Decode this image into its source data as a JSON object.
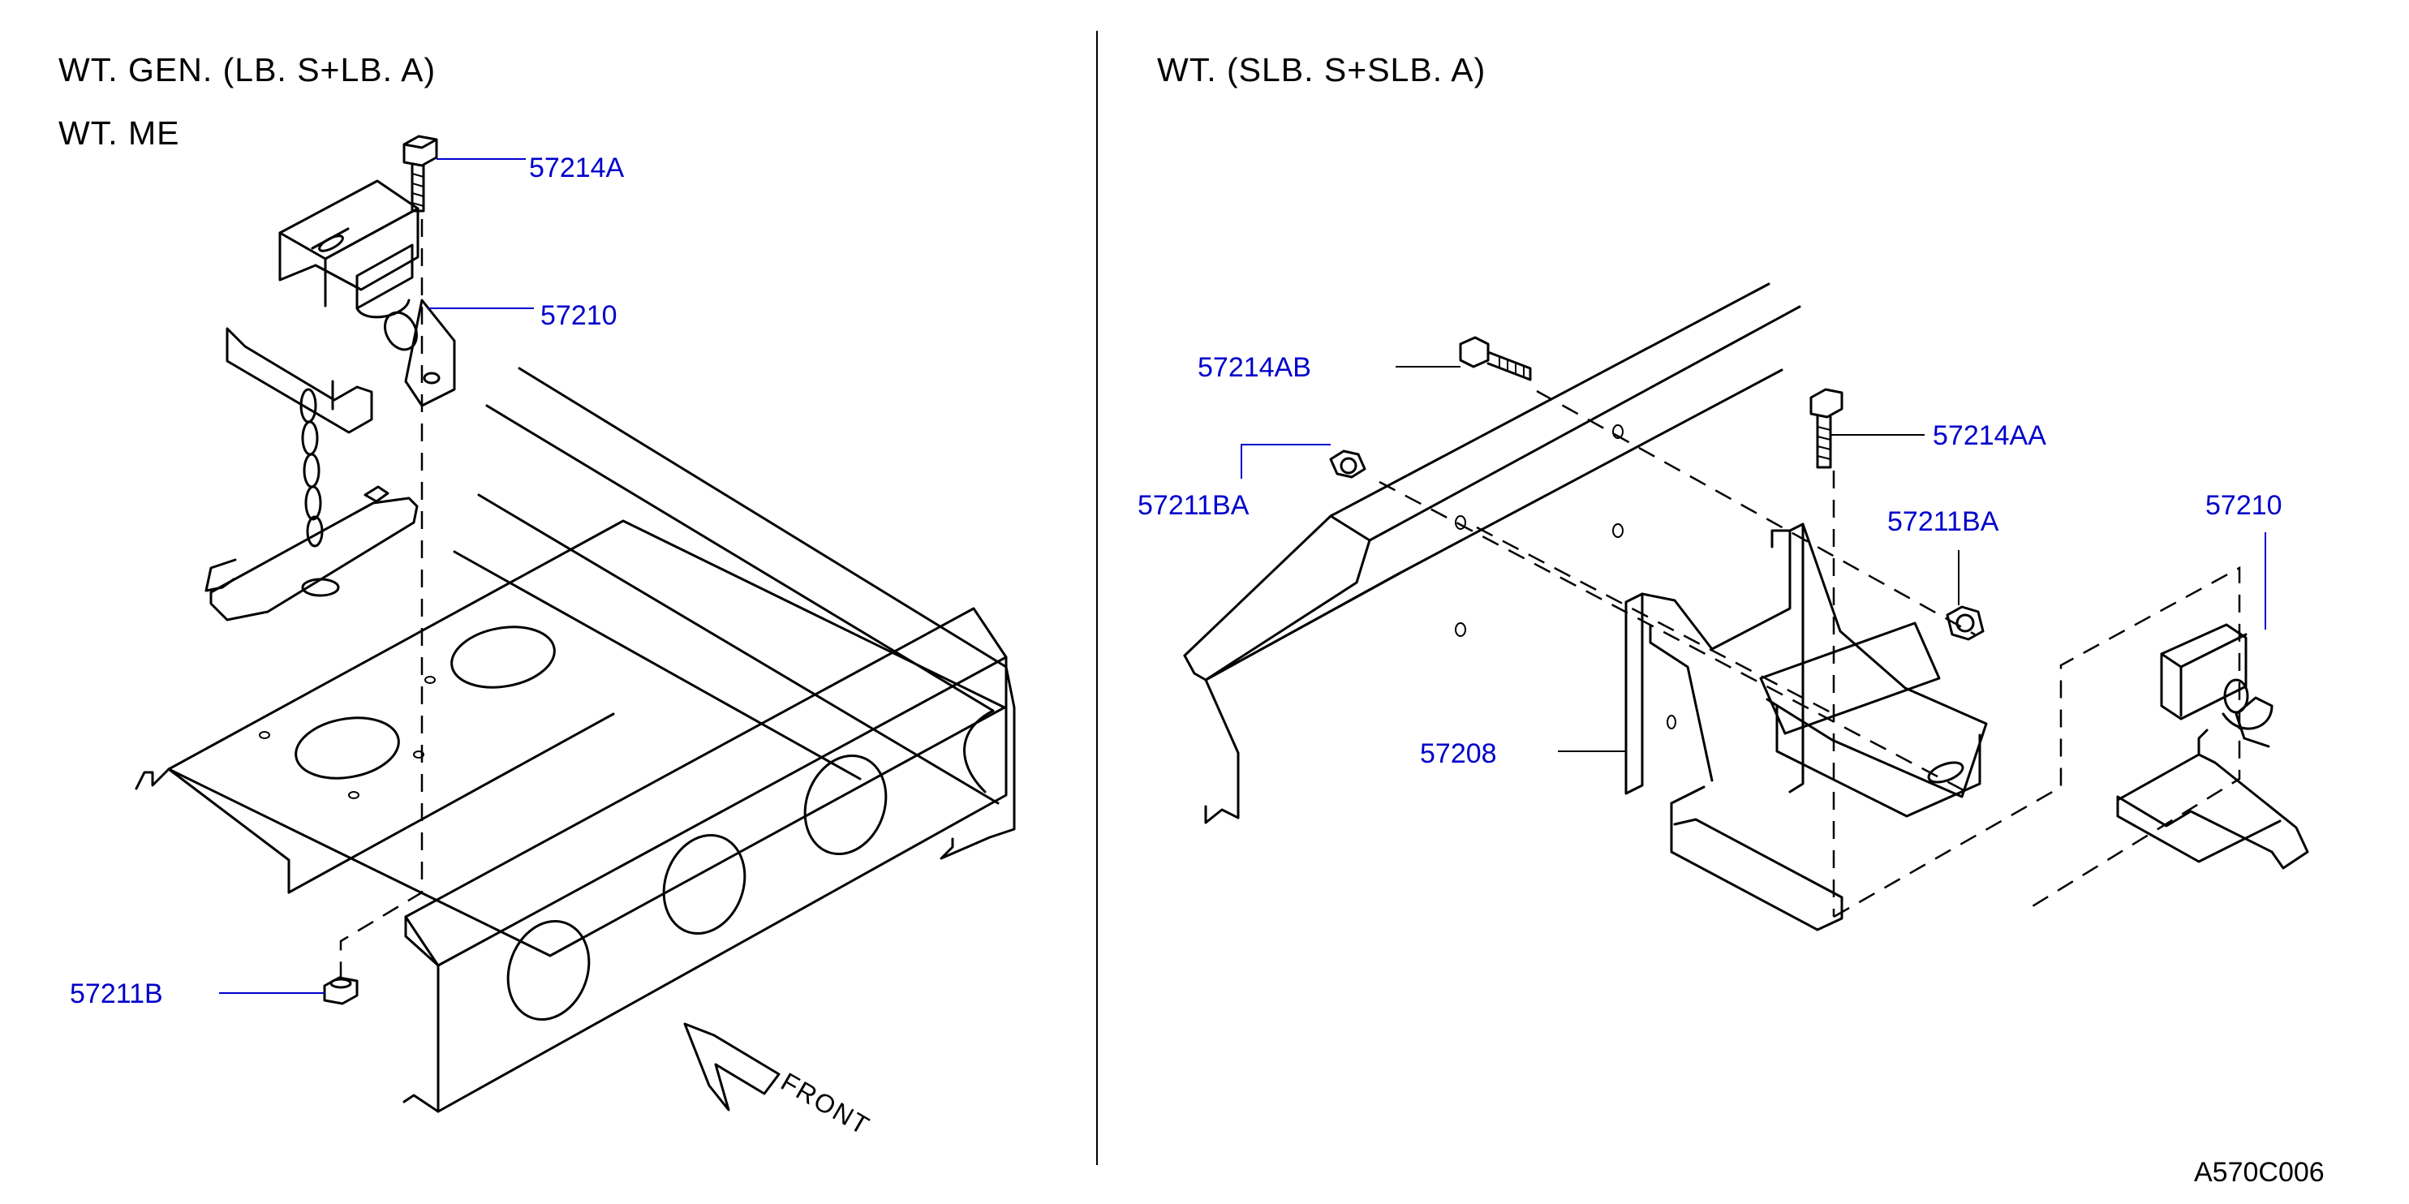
{
  "left_panel": {
    "heading_line1": "WT.  GEN.  (LB.  S+LB.  A)",
    "heading_line2": "WT.  ME",
    "callouts": [
      "57214A",
      "57210",
      "57211B"
    ],
    "front_label": "FRONT"
  },
  "right_panel": {
    "heading": "WT.  (SLB.  S+SLB.  A)",
    "callouts": [
      "57214AB",
      "57211BA",
      "57214AA",
      "57211BA",
      "57210",
      "57208"
    ]
  },
  "figure_code": "A570C006",
  "colors": {
    "callout": "#0000cc",
    "linework": "#000000",
    "background": "#ffffff"
  }
}
